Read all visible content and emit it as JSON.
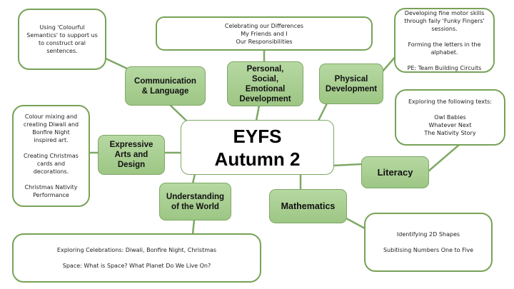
{
  "title": "EYFS\nAutumn 2",
  "theme": {
    "accent": "#77a257",
    "topic_fill": "#a8cf92",
    "text": "#111111"
  },
  "topics": {
    "communication": {
      "label": "Communication\n& Language",
      "note": "Using 'Colourful\nSemantics' to support us\nto construct oral\nsentences."
    },
    "psed": {
      "label": "Personal,\nSocial,\nEmotional\nDevelopment",
      "note": "Celebrating our Differences\nMy Friends and I\nOur Responsibilities"
    },
    "physical": {
      "label": "Physical\nDevelopment",
      "note": "Developing fine motor skills\nthrough faily 'Funky Fingers'\nsessions.\n\nForming the letters in the\nalphabet.\n\nPE: Team Building Circuits"
    },
    "literacy": {
      "label": "Literacy",
      "note": "Exploring the following texts:\n\nOwl Babies\nWhatever Next\nThe Nativity Story"
    },
    "expressive": {
      "label": "Expressive\nArts and\nDesign",
      "note": "Colour mixing and\ncreating Diwali and\nBonfire Night\ninspired art.\n\nCreating Christmas\ncards and\ndecorations.\n\nChristmas Nativity\nPerformance"
    },
    "understanding": {
      "label": "Understanding\nof the World",
      "note": "Exploring Celebrations: Diwali, Bonfire Night, Christmas\n\nSpace: What is Space? What Planet Do We Live On?"
    },
    "mathematics": {
      "label": "Mathematics",
      "note": "Identifying 2D Shapes\n\nSubitising Numbers One to Five"
    }
  }
}
